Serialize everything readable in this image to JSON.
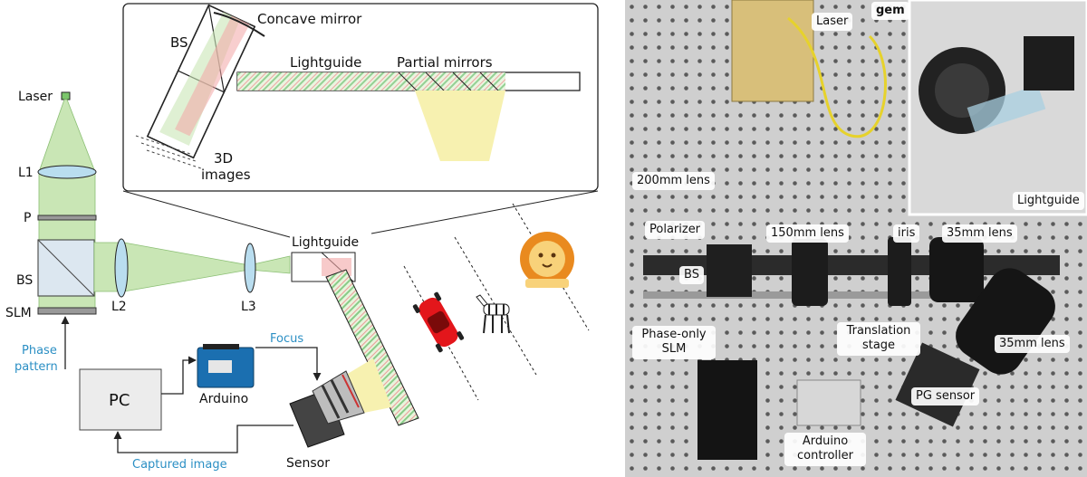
{
  "schematic": {
    "inset": {
      "bs_label": "BS",
      "concave_mirror": "Concave mirror",
      "lightguide": "Lightguide",
      "partial_mirrors": "Partial mirrors",
      "images_3d_line1": "3D",
      "images_3d_line2": "images"
    },
    "labels": {
      "laser": "Laser",
      "l1": "L1",
      "p": "P",
      "bs": "BS",
      "slm": "SLM",
      "l2": "L2",
      "l3": "L3",
      "lightguide": "Lightguide",
      "phase_pattern_line1": "Phase",
      "phase_pattern_line2": "pattern",
      "pc": "PC",
      "arduino": "Arduino",
      "focus": "Focus",
      "sensor": "Sensor",
      "captured_image": "Captured image"
    },
    "colors": {
      "beam_green": "#c9e6b5",
      "beam_red": "#f2a6a6",
      "yellow_light": "#f7f1b0",
      "lens_blue": "#b9ddef",
      "arrow_blue": "#2b8fc4",
      "car_red": "#e3161b"
    }
  },
  "photo": {
    "labels": {
      "laser": "Laser",
      "lightguide": "Lightguide",
      "lens_200": "200mm lens",
      "polarizer": "Polarizer",
      "lens_150": "150mm lens",
      "iris": "iris",
      "lens_35_top": "35mm lens",
      "bs": "BS",
      "phase_only_slm": "Phase-only SLM",
      "translation_stage": "Translation stage",
      "lens_35_right": "35mm lens",
      "pg_sensor": "PG sensor",
      "arduino_controller": "Arduino controller",
      "corner_text": "gem"
    }
  }
}
